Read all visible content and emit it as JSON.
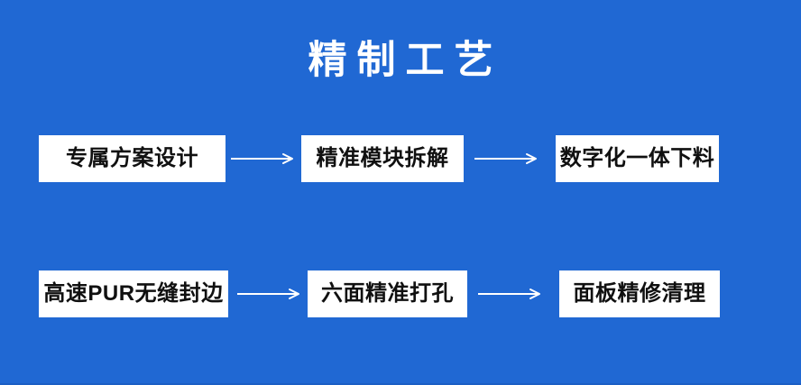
{
  "page": {
    "title": "精制工艺",
    "background_color": "#2068d3",
    "node_background_color": "#ffffff",
    "node_text_color": "#101010",
    "title_color": "#ffffff",
    "arrow_color": "#ffffff"
  },
  "flow": {
    "rows": [
      {
        "row_name": "process-row-1",
        "steps": [
          {
            "label": "专属方案设计"
          },
          {
            "label": "精准模块拆解"
          },
          {
            "label": "数字化一体下料"
          }
        ],
        "connectors": [
          "arrow-right-icon",
          "arrow-right-icon"
        ]
      },
      {
        "row_name": "process-row-2",
        "steps": [
          {
            "label": "高速PUR无缝封边"
          },
          {
            "label": "六面精准打孔"
          },
          {
            "label": "面板精修清理"
          }
        ],
        "connectors": [
          "arrow-right-icon",
          "arrow-right-icon"
        ]
      }
    ]
  }
}
